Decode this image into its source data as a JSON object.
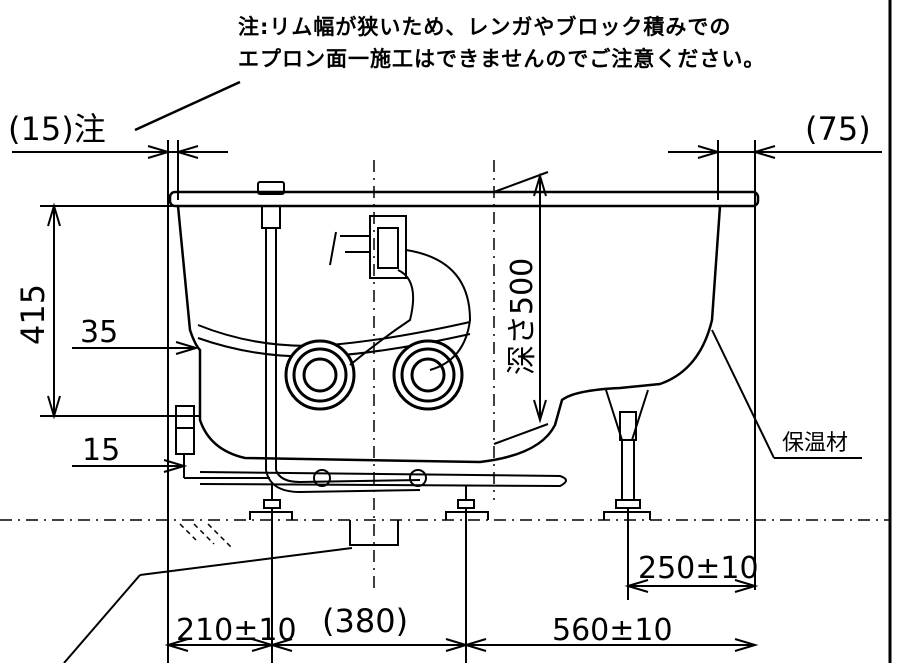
{
  "note": {
    "line1": "注:リム幅が狭いため、レンガやブロック積みでの",
    "line2": "エプロン面一施工はできませんのでご注意ください。"
  },
  "dimensions": {
    "left_gap": "(15)注",
    "right_gap": "(75)",
    "height_415": "415",
    "rim_35": "35",
    "low_15": "15",
    "depth": "深さ500",
    "leg_250": "250±10",
    "bottom_210": "210±10",
    "bottom_380": "(380)",
    "bottom_560": "560±10"
  },
  "labels": {
    "insulation": "保温材"
  }
}
